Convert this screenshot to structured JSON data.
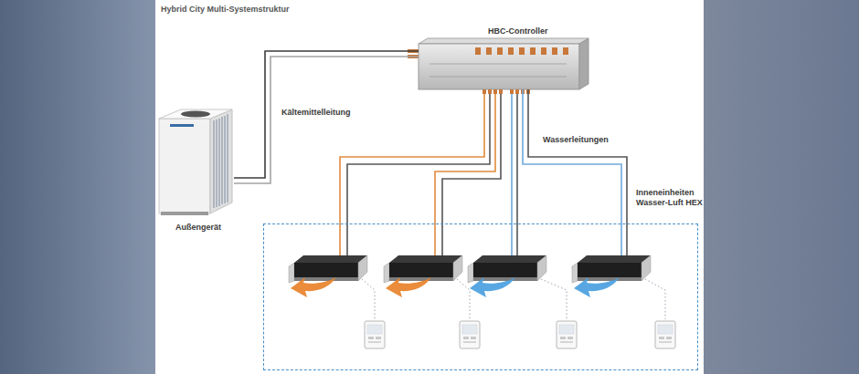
{
  "diagram": {
    "title": "Hybrid City Multi-Systemstruktur",
    "nodes": [
      {
        "text": [
          "Außengerät"
        ]
      },
      {
        "text": [
          "HBC-Controller"
        ]
      },
      {
        "text": [
          "Inneneinheiten Wasser-Luft HEX"
        ]
      }
    ],
    "edges": [
      {
        "from": 0,
        "to": 1,
        "arrow": "none",
        "label": "Kältemittelleitung"
      },
      {
        "from": 1,
        "to": 2,
        "arrow": "none",
        "label": "Wasserleitungen"
      }
    ]
  }
}
